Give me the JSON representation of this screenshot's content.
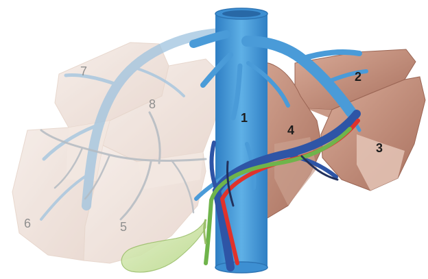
{
  "diagram": {
    "segments": [
      {
        "id": "1",
        "label": "1",
        "emphasis": "solid"
      },
      {
        "id": "2",
        "label": "2",
        "emphasis": "solid"
      },
      {
        "id": "3",
        "label": "3",
        "emphasis": "solid"
      },
      {
        "id": "4",
        "label": "4",
        "emphasis": "solid"
      },
      {
        "id": "5",
        "label": "5",
        "emphasis": "faded"
      },
      {
        "id": "6",
        "label": "6",
        "emphasis": "faded"
      },
      {
        "id": "7",
        "label": "7",
        "emphasis": "faded"
      },
      {
        "id": "8",
        "label": "8",
        "emphasis": "faded"
      }
    ],
    "colors": {
      "vein": "#4a9bd8",
      "vein_dark": "#2c74b4",
      "artery": "#e0322b",
      "portal": "#2e55a6",
      "bile": "#6fb44b",
      "gallbladder": "#cfe6a8",
      "lobe_front": "#b88270",
      "lobe_back": "#ead9d0"
    }
  }
}
